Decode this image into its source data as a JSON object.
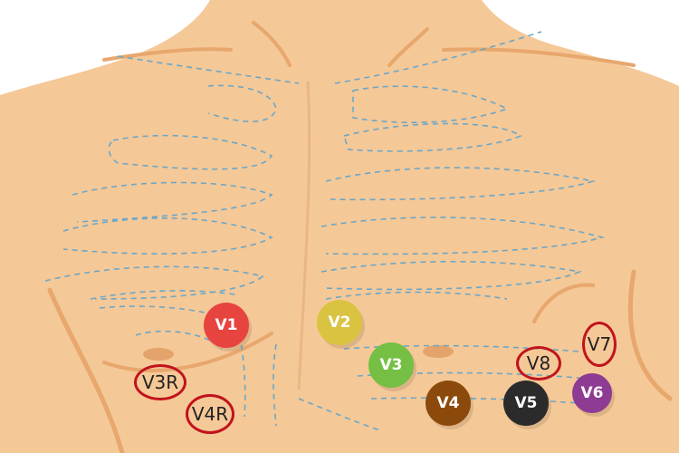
{
  "colors": {
    "skin": "#f5c897",
    "skin_outline": "#e7a76d",
    "rib_dash": "#6aa7c9",
    "marker_ring": "#c0141c"
  },
  "leads": [
    {
      "label": "V1",
      "color": "#e8443f"
    },
    {
      "label": "V2",
      "color": "#d9c340"
    },
    {
      "label": "V3",
      "color": "#74bf44"
    },
    {
      "label": "V4",
      "color": "#8b4a0c"
    },
    {
      "label": "V5",
      "color": "#2b2b2b"
    },
    {
      "label": "V6",
      "color": "#8e3b93"
    }
  ],
  "extra_leads": [
    {
      "label": "V3R"
    },
    {
      "label": "V4R"
    },
    {
      "label": "V8"
    },
    {
      "label": "V7"
    }
  ]
}
